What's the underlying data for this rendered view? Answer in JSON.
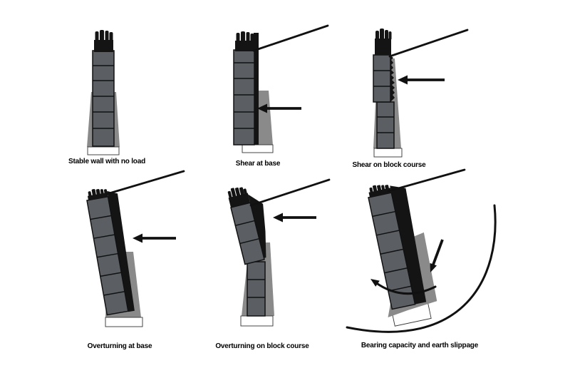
{
  "figure": {
    "panels": [
      {
        "id": "stable-wall",
        "caption": "Stable wall with no load"
      },
      {
        "id": "shear-at-base",
        "caption": "Shear at base"
      },
      {
        "id": "shear-on-block-course",
        "caption": "Shear on block course"
      },
      {
        "id": "overturning-at-base",
        "caption": "Overturning at base"
      },
      {
        "id": "overturning-on-block-course",
        "caption": "Overturning on block course"
      },
      {
        "id": "bearing-capacity",
        "caption": "Bearing capacity and earth slippage"
      }
    ],
    "colors": {
      "block": "#5b5f64",
      "earth": "#8a8a8a",
      "dark": "#141414",
      "footing": "#ffffff",
      "line": "#111111",
      "background": "#ffffff"
    }
  }
}
